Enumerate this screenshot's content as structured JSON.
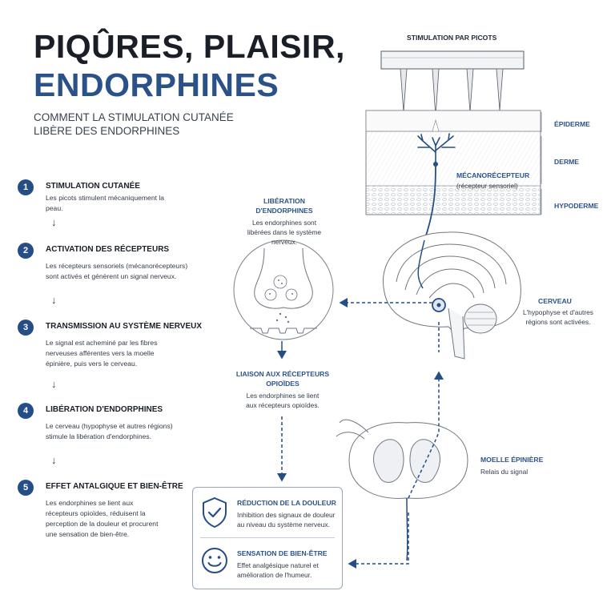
{
  "header": {
    "title_line1": "PIQÛRES, PLAISIR,",
    "title_line2": "ENDORPHINES",
    "subtitle": "COMMENT LA STIMULATION CUTANÉE LIBÈRE DES ENDORPHINES"
  },
  "steps": [
    {
      "num": "1",
      "title": "STIMULATION CUTANÉE",
      "desc": "Les picots stimulent mécaniquement la peau."
    },
    {
      "num": "2",
      "title": "ACTIVATION DES RÉCEPTEURS",
      "desc": "Les récepteurs sensoriels (mécanorécepteurs) sont activés et génèrent un signal nerveux."
    },
    {
      "num": "3",
      "title": "TRANSMISSION AU SYSTÈME NERVEUX",
      "desc": "Le signal est acheminé par les fibres nerveuses afférentes vers la moelle épinière, puis vers le cerveau."
    },
    {
      "num": "4",
      "title": "LIBÉRATION D'ENDORPHINES",
      "desc": "Le cerveau (hypophyse et autres régions) stimule la libération d'endorphines."
    },
    {
      "num": "5",
      "title": "EFFET ANTALGIQUE ET BIEN-ÊTRE",
      "desc": "Les endorphines se lient aux récepteurs opioïdes, réduisent la perception de la douleur et procurent une sensation de bien-être."
    }
  ],
  "arrow_glyph": "↓",
  "diagram": {
    "stimulation_title": "STIMULATION PAR PICOTS",
    "skin_layers": {
      "epiderme": "ÉPIDERME",
      "derme": "DERME",
      "hypoderme": "HYPODERME"
    },
    "receptor": {
      "title": "MÉCANORÉCEPTEUR",
      "subtitle": "(récepteur sensoriel)"
    },
    "liberation": {
      "title_line1": "LIBÉRATION",
      "title_line2": "D'ENDORPHINES",
      "desc": "Les endorphines sont libérées dans le système nerveux."
    },
    "cerveau": {
      "title": "CERVEAU",
      "desc": "L'hypophyse et d'autres régions sont activées."
    },
    "liaison": {
      "title_line1": "LIAISON AUX RÉCEPTEURS",
      "title_line2": "OPIOÏDES",
      "desc": "Les endorphines se lient aux récepteurs opioïdes."
    },
    "moelle": {
      "title": "MOELLE ÉPINIÈRE",
      "desc": "Relais du signal"
    },
    "effects": [
      {
        "title": "RÉDUCTION DE LA DOULEUR",
        "desc": "Inhibition des signaux de douleur au niveau du système nerveux.",
        "icon": "shield-check-icon"
      },
      {
        "title": "SENSATION DE BIEN-ÊTRE",
        "desc": "Effet analgésique naturel et amélioration de l'humeur.",
        "icon": "smiley-icon"
      }
    ]
  },
  "colors": {
    "accent": "#2b5288",
    "dark": "#1a1f27",
    "line": "#244e85"
  }
}
